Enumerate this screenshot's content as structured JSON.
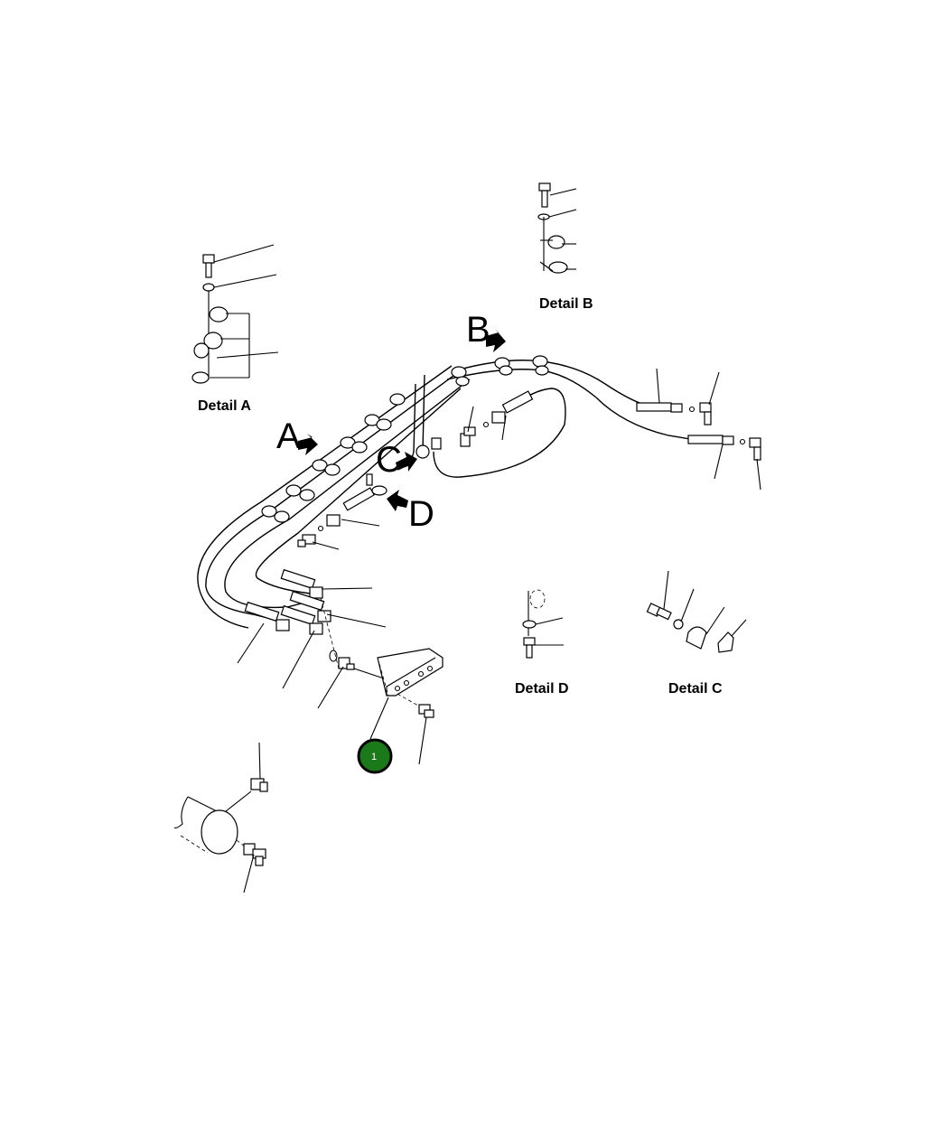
{
  "details": {
    "a": "Detail A",
    "b": "Detail B",
    "c": "Detail C",
    "d": "Detail D"
  },
  "arrows": {
    "a": "A",
    "b": "B",
    "c": "C",
    "d": "D"
  },
  "callouts": [
    {
      "number": "1",
      "color": "#1a7a1a"
    }
  ]
}
